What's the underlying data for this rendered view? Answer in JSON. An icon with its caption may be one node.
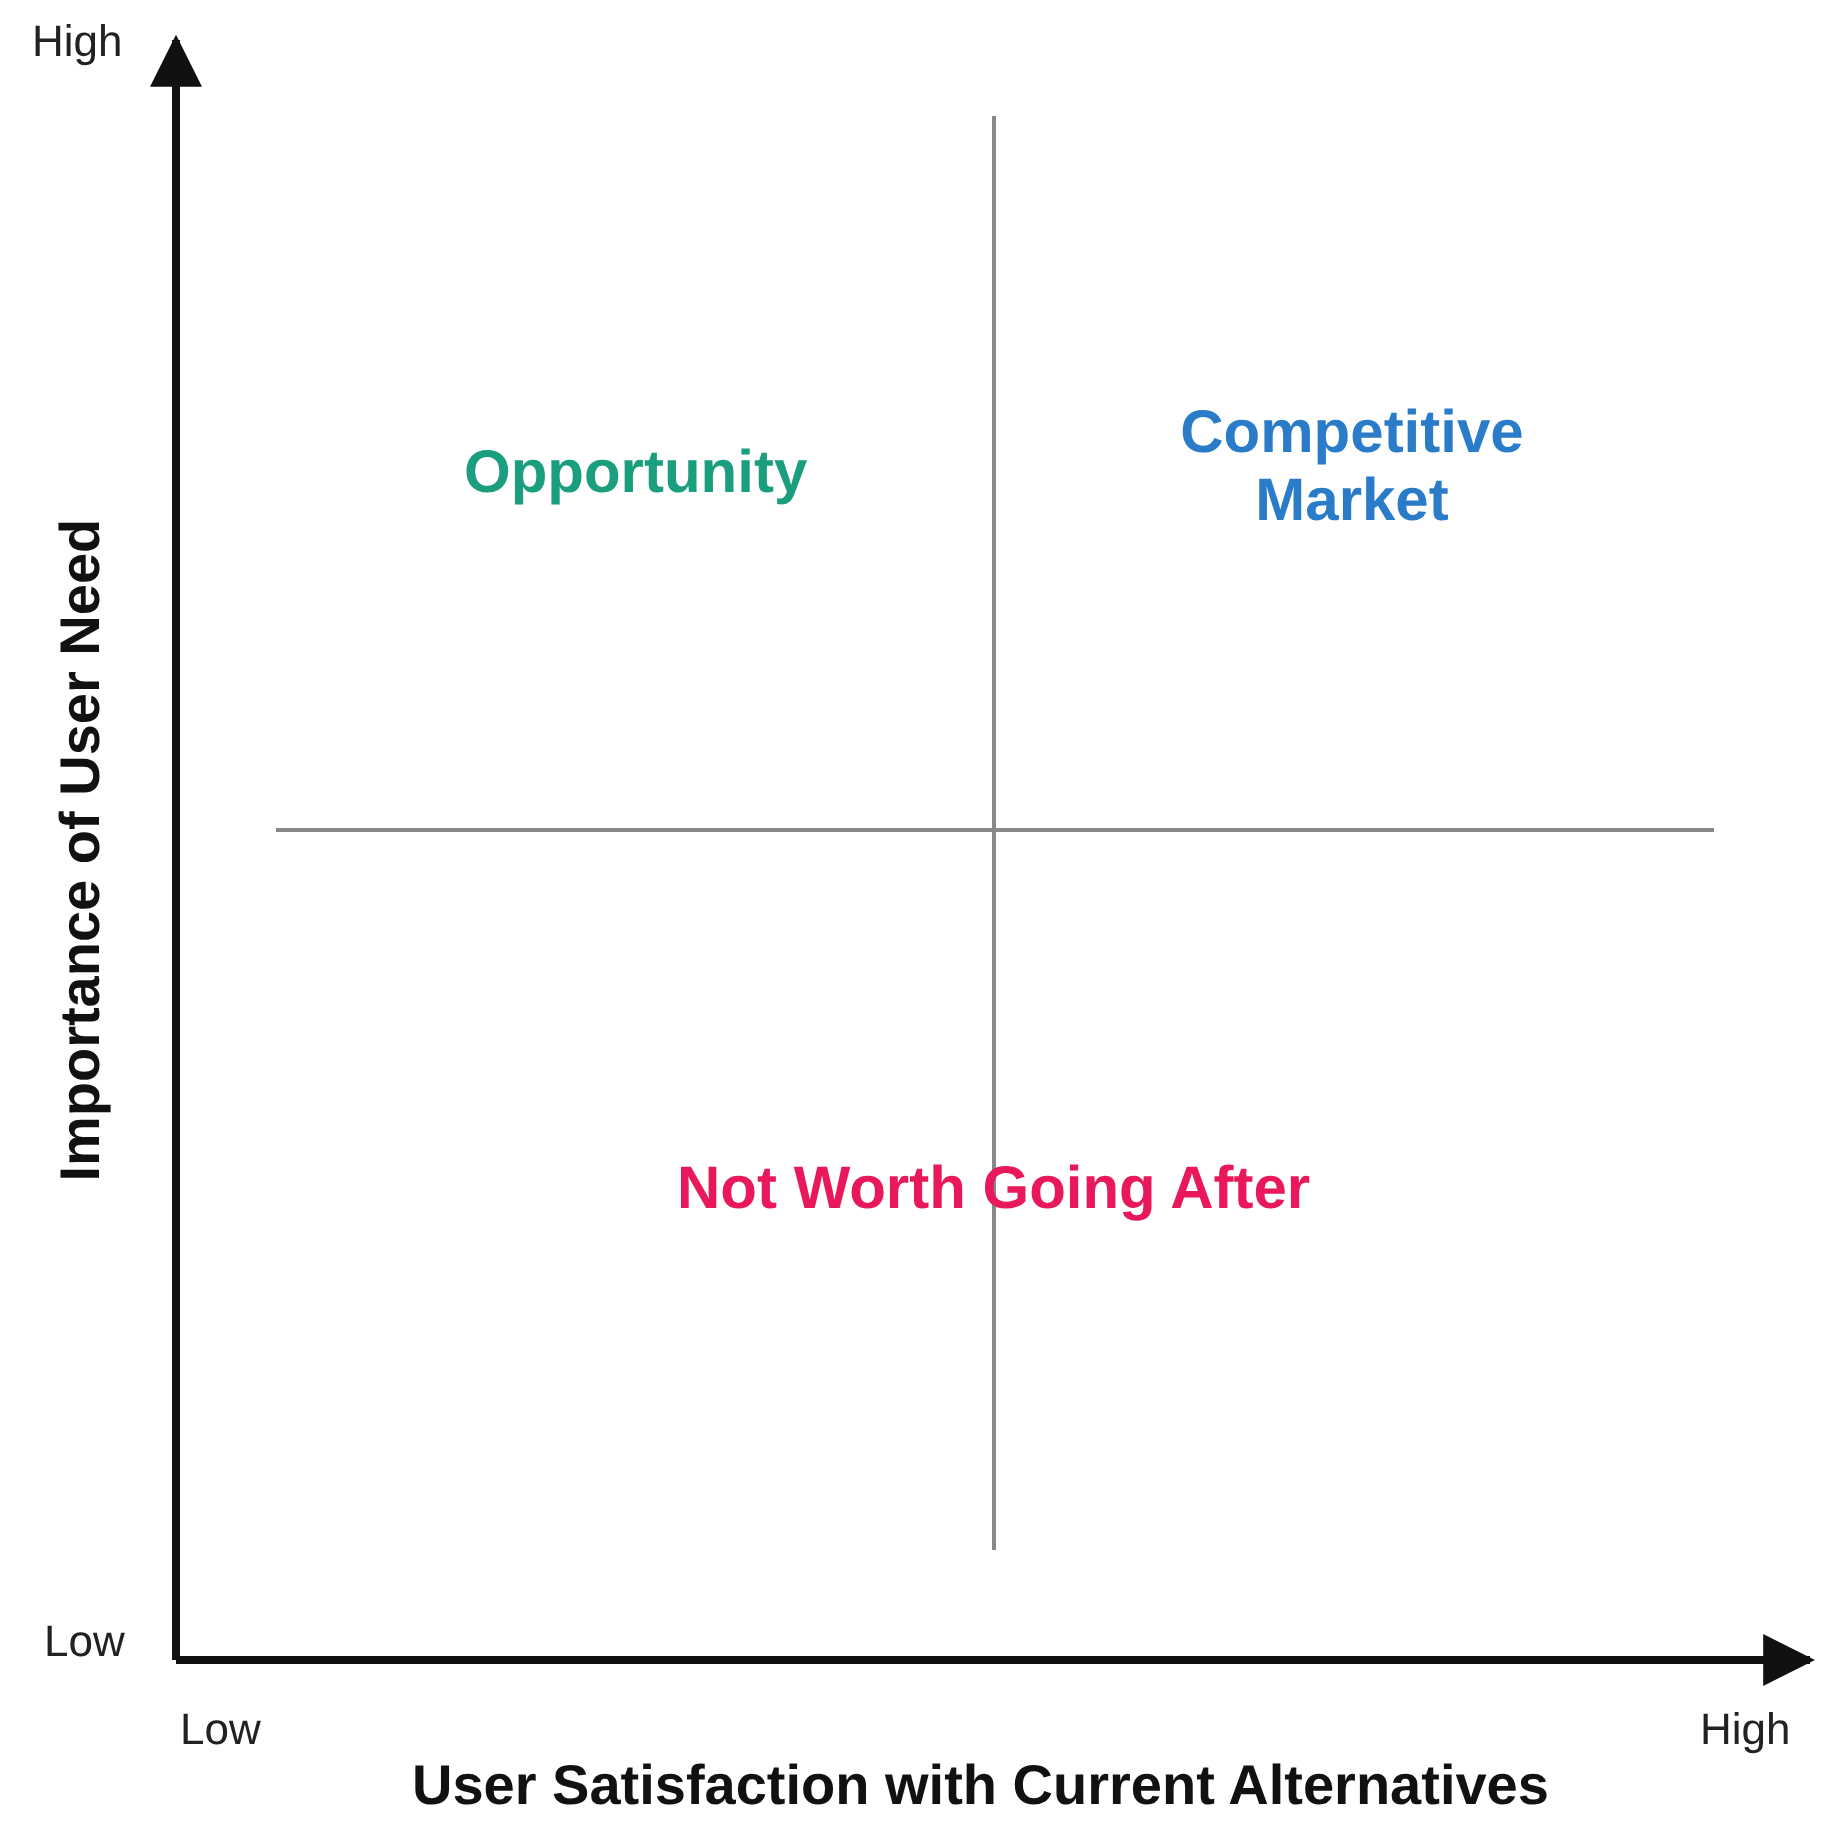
{
  "diagram": {
    "labels": [
      "High",
      "Opportunity",
      "Competitive Market",
      "Importance of User Need",
      "Not Worth Going After",
      "Low",
      "Low",
      "High",
      "User Satisfaction with Current Alternatives"
    ]
  }
}
